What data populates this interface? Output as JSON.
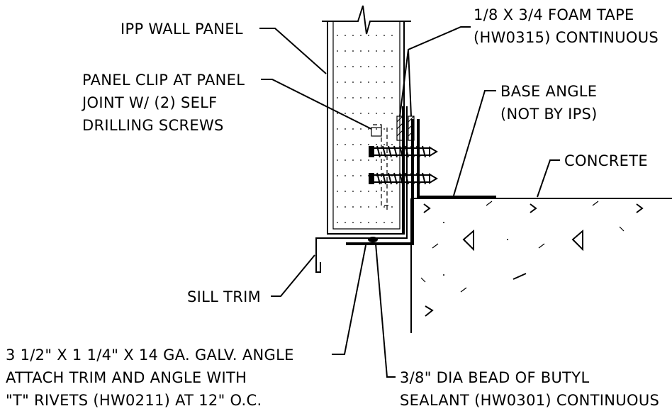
{
  "labels": {
    "wall_panel": "IPP WALL PANEL",
    "panel_clip_1": "PANEL CLIP AT PANEL",
    "panel_clip_2": "JOINT W/ (2) SELF",
    "panel_clip_3": "DRILLING SCREWS",
    "foam_tape_1": "1/8 X 3/4 FOAM TAPE",
    "foam_tape_2": "(HW0315) CONTINUOUS",
    "base_angle_1": "BASE ANGLE",
    "base_angle_2": "(NOT BY IPS)",
    "concrete": "CONCRETE",
    "sill_trim": "SILL TRIM",
    "galv_angle_1": "3 1/2\" X 1 1/4\" X 14 GA. GALV. ANGLE",
    "galv_angle_2": "ATTACH TRIM AND ANGLE WITH",
    "galv_angle_3": "\"T\" RIVETS (HW0211) AT 12\" O.C.",
    "butyl_1": "3/8\" DIA BEAD OF BUTYL",
    "butyl_2": "SEALANT (HW0301) CONTINUOUS"
  }
}
